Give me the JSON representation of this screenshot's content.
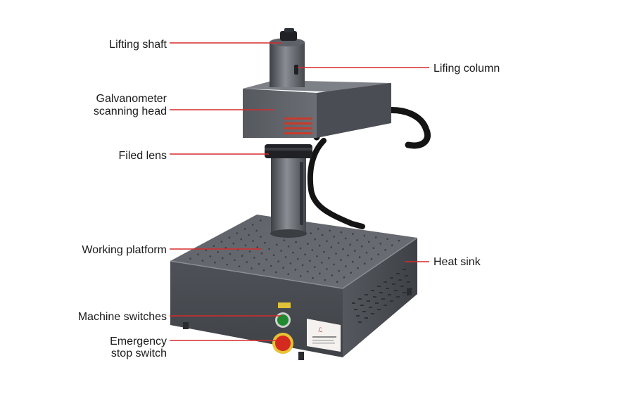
{
  "labels": {
    "lifting_shaft": "Lifting shaft",
    "lifing_column": "Lifing column",
    "galvanometer_line1": "Galvanometer",
    "galvanometer_line2": "scanning head",
    "filed_lens": "Filed lens",
    "working_platform": "Working platform",
    "heat_sink": "Heat sink",
    "machine_switches": "Machine switches",
    "emergency_line1": "Emergency",
    "emergency_line2": "stop switch"
  },
  "colors": {
    "leader_line": "#d62b2b",
    "machine_dark": "#4a4d52",
    "machine_mid": "#5e6167",
    "machine_light": "#7a7e84",
    "cable": "#141414",
    "emergency_red": "#d42a20",
    "switch_green": "#1f8a2e",
    "vent_red": "#c83a2c"
  }
}
